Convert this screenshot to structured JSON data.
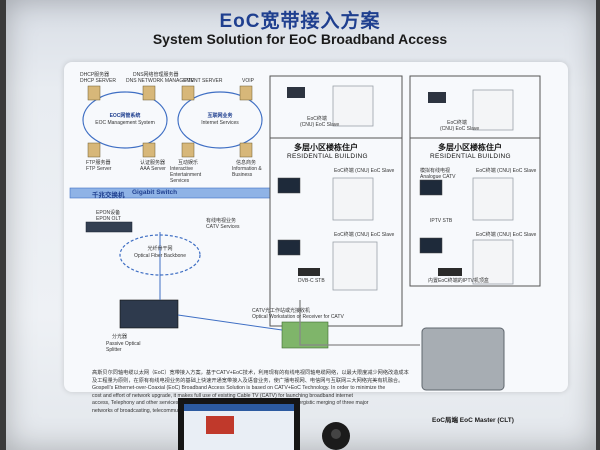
{
  "title_cn": "EoC宽带接入方案",
  "title_en": "System Solution for EoC Broadband Access",
  "left_network": {
    "servers": [
      {
        "cn": "DHCP服务器",
        "en": "DHCP SERVER"
      },
      {
        "cn": "DNS网络管理服务器",
        "en": "DNS NETWORK MANAGEMENT SERVER"
      },
      {
        "cn": "FTP服务器",
        "en": "FTP Server"
      },
      {
        "cn": "认证服务器",
        "en": "AAA Server"
      }
    ],
    "eoc_mgmt": {
      "cn": "EOC网管系统",
      "en": "EOC Management System"
    },
    "internet": {
      "cn": "互联网业务",
      "en": "Internet Services"
    },
    "internet_nodes": [
      {
        "cn": "互动娱乐",
        "en": "Interactive Entertainment Services"
      },
      {
        "cn": "信息商务",
        "en": "Information & Business"
      }
    ],
    "internet_top": [
      "IPTV",
      "VOIP"
    ],
    "switch": {
      "cn": "千兆交换机",
      "en": "Gigabit Switch"
    },
    "epon": {
      "cn": "EPON设备",
      "en": "EPON OLT"
    },
    "catv": {
      "cn": "有线电视业务",
      "en": "CATV Services"
    },
    "fiber": {
      "cn": "光纤骨干网",
      "en": "Optical Fiber Backbone"
    },
    "splitter": {
      "cn": "分光器",
      "en": "Passive Optical Splitter"
    },
    "optical_station": {
      "cn": "CATV光工作站或光接收机",
      "en": "Optical Workstation or Receiver for CATV"
    }
  },
  "buildings": {
    "residential_cn": "多层小区楼栋住户",
    "residential_en": "RESIDENTIAL BUILDING",
    "slave_label": "EoC终端 (CNU) EoC Slave",
    "slave_cn": "EoC终端",
    "slave_en": "(CNU) EoC Slave",
    "dvb": "DVB-C STB",
    "iptv": "IPTV STB",
    "analog_cn": "模拟有线电视",
    "analog_en": "Analogue CATV",
    "catv_iptv": "内置EoC终端的IPTV机顶盒"
  },
  "master": {
    "label": "EoC局端 EoC Master (CLT)"
  },
  "description": [
    "高斯贝尔同轴电缆以太网（EoC）宽带接入方案，基于CATV+EoC技术，利用现有的有线电视同轴电缆网络，以最大限度减少网络改造成本",
    "及工程量为原则，在原有有线电视业务的基础上快速开通宽带接入及语音业务，使广播电视网、电信网与互联网三大网络完美有机融合。",
    "Gospell's Ethernet-over-Coaxial (EoC) Broadband Access Solution is based on CATV+EoC Technology. In order to minimize the",
    "cost and effort of network upgrade, it makes full use of existing Cable TV (CATV) for launching broadband internet",
    "access, Telephony and other services without affecting CATV services. It achieves the synergistic merging of three major",
    "networks of broadcasting, telecommunications"
  ],
  "colors": {
    "board_bg": "#eef1f5",
    "title_blue": "#1f3f8f",
    "switch_blue": "#8fb3e6",
    "line_blue": "#3f6fc4",
    "coax_gray": "#888888",
    "amplifier": "#a7adb3"
  }
}
